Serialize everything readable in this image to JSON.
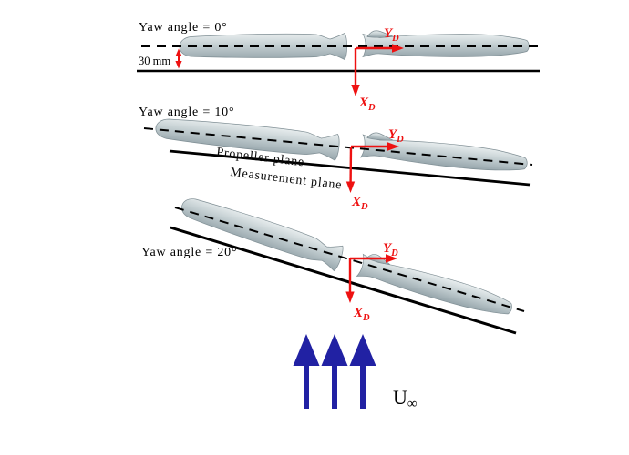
{
  "figure": {
    "panels": [
      {
        "yaw_label": "Yaw angle = 0°",
        "yaw_deg": 0
      },
      {
        "yaw_label": "Yaw angle = 10°",
        "yaw_deg": 10
      },
      {
        "yaw_label": "Yaw angle = 20°",
        "yaw_deg": 20
      }
    ],
    "offset_label": "30 mm",
    "plane_labels": {
      "propeller": "Propeller plane",
      "measurement": "Measurement plane"
    },
    "axis_labels": {
      "x": "X",
      "x_sub": "D",
      "y": "Y",
      "y_sub": "D"
    },
    "freestream_label": {
      "symbol": "U",
      "subscript": "∞"
    },
    "colors": {
      "axis_red": "#ee1111",
      "freestream_blue": "#2121a3",
      "line_black": "#000000",
      "body_highlight": "#e9eeef",
      "body_mid": "#c4cfd2",
      "body_shadow": "#95a4aa"
    }
  }
}
